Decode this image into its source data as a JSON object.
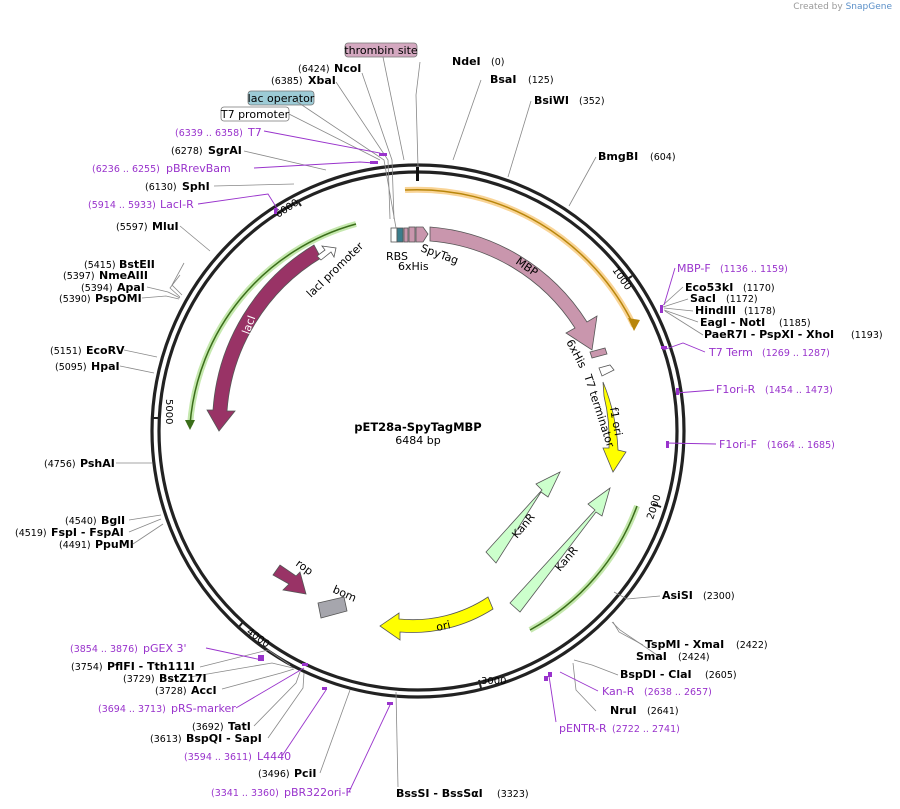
{
  "header": {
    "credit_prefix": "Created by",
    "credit_brand": "SnapGene"
  },
  "plasmid": {
    "name": "pET28a-SpyTagMBP",
    "size_label": "6484 bp",
    "length": 6484
  },
  "ticks": [
    {
      "label": "1000",
      "pos": 1000
    },
    {
      "label": "2000",
      "pos": 2000
    },
    {
      "label": "3000",
      "pos": 3000
    },
    {
      "label": "4000",
      "pos": 4000
    },
    {
      "label": "5000",
      "pos": 5000
    },
    {
      "label": "6000",
      "pos": 6000
    }
  ],
  "enzymes": [
    {
      "pos_label": "(6424)",
      "name": "NcoI"
    },
    {
      "pos_label": "(6385)",
      "name": "XbaI"
    },
    {
      "pos_label": "(6278)",
      "name": "SgrAI"
    },
    {
      "pos_label": "(6130)",
      "name": "SphI"
    },
    {
      "pos_label": "(5597)",
      "name": "MluI"
    },
    {
      "pos_label": "(5415)",
      "name": "BstEII"
    },
    {
      "pos_label": "(5397)",
      "name": "NmeAIII"
    },
    {
      "pos_label": "(5394)",
      "name": "ApaI"
    },
    {
      "pos_label": "(5390)",
      "name": "PspOMI"
    },
    {
      "pos_label": "(5151)",
      "name": "EcoRV"
    },
    {
      "pos_label": "(5095)",
      "name": "HpaI"
    },
    {
      "pos_label": "(4756)",
      "name": "PshAI"
    },
    {
      "pos_label": "(4540)",
      "name": "BglI"
    },
    {
      "pos_label": "(4519)",
      "name": "FspI - FspAI"
    },
    {
      "pos_label": "(4491)",
      "name": "PpuMI"
    },
    {
      "pos_label": "(3754)",
      "name": "PflFI - Tth111I"
    },
    {
      "pos_label": "(3729)",
      "name": "BstZ17I"
    },
    {
      "pos_label": "(3728)",
      "name": "AccI"
    },
    {
      "pos_label": "(3692)",
      "name": "TatI"
    },
    {
      "pos_label": "(3613)",
      "name": "BspQI - SapI"
    },
    {
      "pos_label": "(3496)",
      "name": "PciI"
    },
    {
      "pos_label": "(0)",
      "name": "NdeI"
    },
    {
      "pos_label": "(125)",
      "name": "BsaI"
    },
    {
      "pos_label": "(352)",
      "name": "BsiWI"
    },
    {
      "pos_label": "(604)",
      "name": "BmgBI"
    },
    {
      "pos_label": "(1170)",
      "name": "Eco53kI"
    },
    {
      "pos_label": "(1172)",
      "name": "SacI"
    },
    {
      "pos_label": "(1178)",
      "name": "HindIII"
    },
    {
      "pos_label": "(1185)",
      "name": "EagI - NotI"
    },
    {
      "pos_label": "(1193)",
      "name": "PaeR7I - PspXI - XhoI"
    },
    {
      "pos_label": "(2300)",
      "name": "AsiSI"
    },
    {
      "pos_label": "(2422)",
      "name": "TspMI - XmaI"
    },
    {
      "pos_label": "(2424)",
      "name": "SmaI"
    },
    {
      "pos_label": "(2605)",
      "name": "BspDI - ClaI"
    },
    {
      "pos_label": "(2641)",
      "name": "NruI"
    },
    {
      "pos_label": "(3323)",
      "name": "BssSI - BssSαI"
    }
  ],
  "primers": [
    {
      "range": "(6339 .. 6358)",
      "name": "T7"
    },
    {
      "range": "(6236 .. 6255)",
      "name": "pBRrevBam"
    },
    {
      "range": "(5914 .. 5933)",
      "name": "LacI-R"
    },
    {
      "range": "(3854 .. 3876)",
      "name": "pGEX 3'"
    },
    {
      "range": "(3694 .. 3713)",
      "name": "pRS-marker"
    },
    {
      "range": "(3594 .. 3611)",
      "name": "L4440"
    },
    {
      "range": "(3341 .. 3360)",
      "name": "pBR322ori-F"
    },
    {
      "range": "(1136 .. 1159)",
      "name": "MBP-F"
    },
    {
      "range": "(1269 .. 1287)",
      "name": "T7 Term"
    },
    {
      "range": "(1454 .. 1473)",
      "name": "F1ori-R"
    },
    {
      "range": "(1664 .. 1685)",
      "name": "F1ori-F"
    },
    {
      "range": "(2638 .. 2657)",
      "name": "Kan-R"
    },
    {
      "range": "(2722 .. 2741)",
      "name": "pENTR-R"
    }
  ],
  "boxed_labels": [
    {
      "text": "thrombin site",
      "color": "#d4a8c0"
    },
    {
      "text": "lac operator",
      "color": "#9ccbd6"
    },
    {
      "text": "T7 promoter",
      "color": "#ffffff"
    }
  ],
  "features": [
    {
      "name": "RBS"
    },
    {
      "name": "6xHis"
    },
    {
      "name": "SpyTag"
    },
    {
      "name": "MBP"
    },
    {
      "name": "6xHis"
    },
    {
      "name": "T7 terminator"
    },
    {
      "name": "f1 ori"
    },
    {
      "name": "KanR"
    },
    {
      "name": "KanR"
    },
    {
      "name": "ori"
    },
    {
      "name": "bom"
    },
    {
      "name": "rop"
    },
    {
      "name": "lacI"
    },
    {
      "name": "lacI promoter"
    }
  ],
  "colors": {
    "mbp": "#c996ad",
    "f1ori": "#ffff00",
    "kanr": "#ccffcc",
    "ori": "#ffff00",
    "laci": "#993366",
    "rop": "#993366",
    "bom": "#a6a6ad",
    "primer": "#9933cc",
    "orf_orange": "#f5a623",
    "orf_green": "#6aa82a"
  }
}
